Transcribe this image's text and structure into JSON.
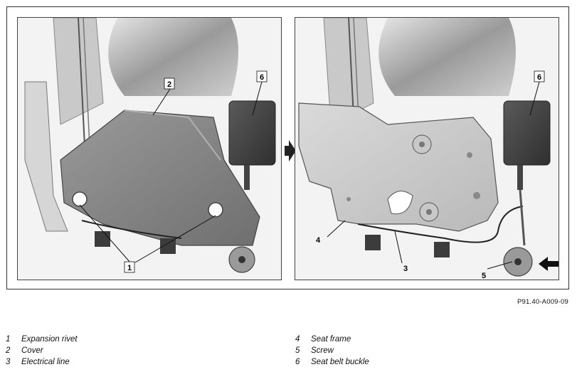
{
  "figure_code": "P91.40-A009-09",
  "callouts": {
    "left": {
      "c1": "1",
      "c2": "2",
      "c6": "6"
    },
    "right": {
      "c3": "3",
      "c4": "4",
      "c5": "5",
      "c6": "6"
    }
  },
  "legend": [
    {
      "num": "1",
      "label": "Expansion rivet"
    },
    {
      "num": "2",
      "label": "Cover"
    },
    {
      "num": "3",
      "label": "Electrical line"
    },
    {
      "num": "4",
      "label": "Seat frame"
    },
    {
      "num": "5",
      "label": "Screw"
    },
    {
      "num": "6",
      "label": "Seat belt buckle"
    }
  ],
  "colors": {
    "metal_light": "#d0d0d0",
    "metal_mid": "#a9a9a9",
    "cover": "#8a8a8a",
    "buckle": "#4a4a4a"
  }
}
